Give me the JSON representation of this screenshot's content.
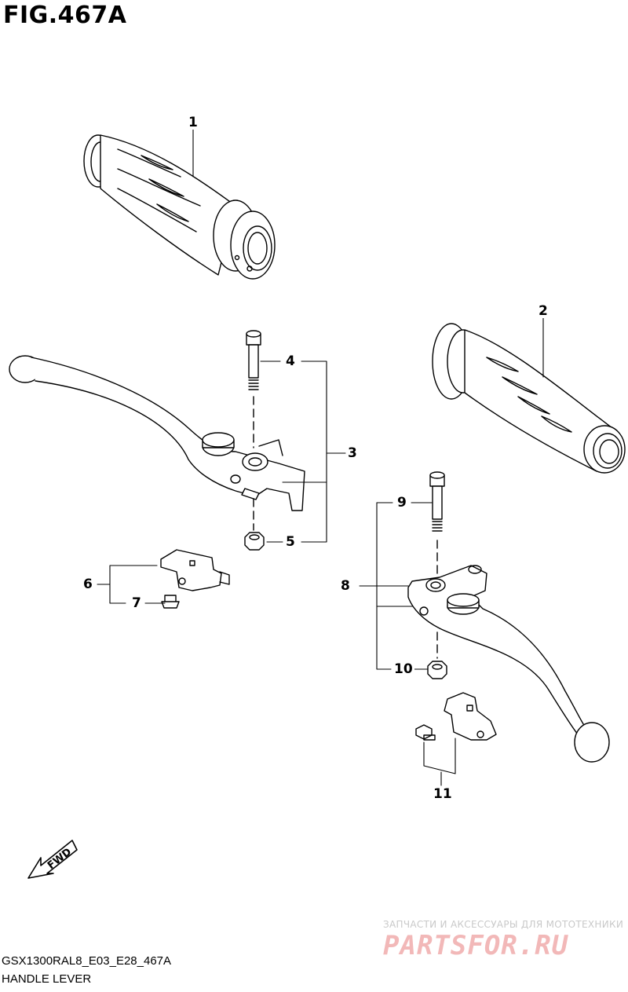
{
  "figure": {
    "title": "FIG.467A",
    "code": "GSX1300RAL8_E03_E28_467A",
    "name": "HANDLE LEVER"
  },
  "callouts": [
    "1",
    "2",
    "3",
    "4",
    "5",
    "6",
    "7",
    "8",
    "9",
    "10",
    "11"
  ],
  "fwd_label": "FWD",
  "watermark": {
    "tagline": "ЗАПЧАСТИ И АКСЕССУАРЫ ДЛЯ МОТОТЕХНИКИ",
    "logo": "PARTSFOR.RU"
  },
  "colors": {
    "line": "#000000",
    "watermark_logo": "#f2b8b8",
    "watermark_text": "#c9c9c9"
  }
}
